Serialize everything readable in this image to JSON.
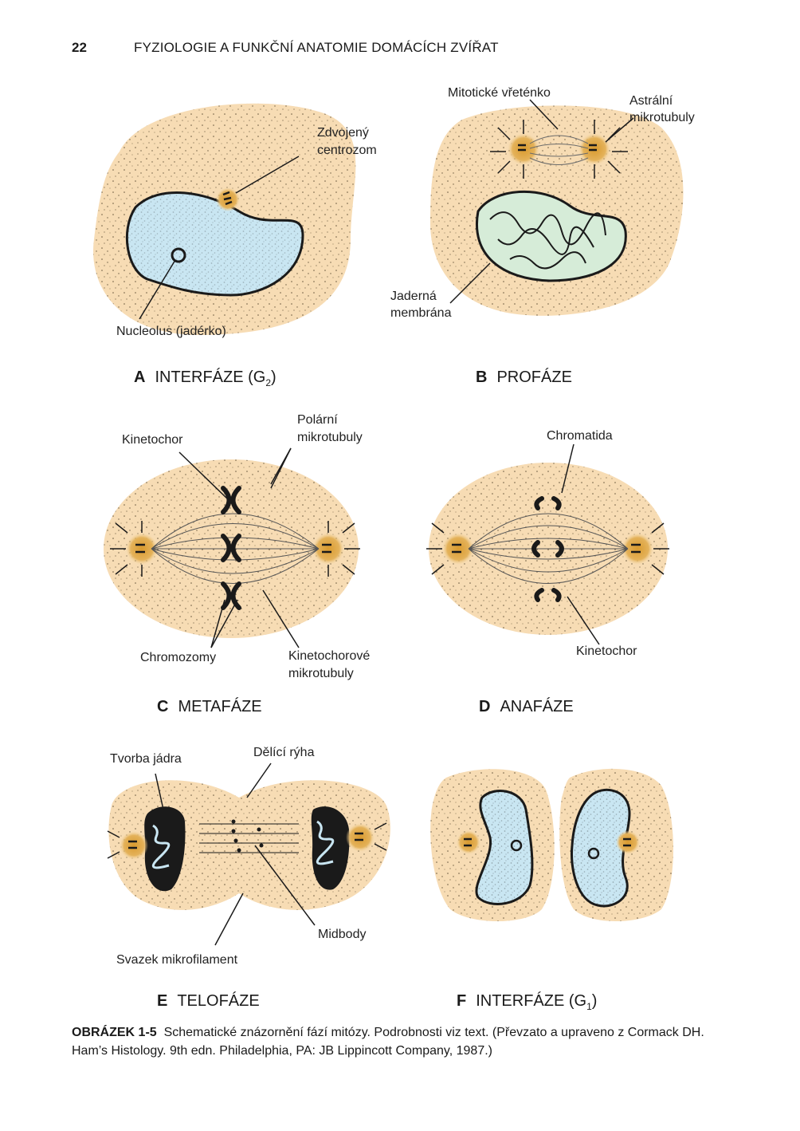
{
  "header": {
    "page_number": "22",
    "title": "FYZIOLOGIE A FUNKČNÍ ANATOMIE DOMÁCÍCH ZVÍŘAT"
  },
  "panels": {
    "a": {
      "letter": "A",
      "title": "INTERFÁZE (G",
      "title_sub": "2",
      "title_end": ")",
      "labels": {
        "centrosome_1": "Zdvojený",
        "centrosome_2": "centrozom",
        "nucleolus": "Nucleolus (jadérko)"
      }
    },
    "b": {
      "letter": "B",
      "title": "PROFÁZE",
      "labels": {
        "spindle": "Mitotické vřeténko",
        "astral_1": "Astrální",
        "astral_2": "mikrotubuly",
        "membrane_1": "Jaderná",
        "membrane_2": "membrána"
      }
    },
    "c": {
      "letter": "C",
      "title": "METAFÁZE",
      "labels": {
        "kinetochore": "Kinetochor",
        "polar_1": "Polární",
        "polar_2": "mikrotubuly",
        "chromosomes": "Chromozomy",
        "kmt_1": "Kinetochorové",
        "kmt_2": "mikrotubuly"
      }
    },
    "d": {
      "letter": "D",
      "title": "ANAFÁZE",
      "labels": {
        "chromatid": "Chromatida",
        "kinetochore": "Kinetochor"
      }
    },
    "e": {
      "letter": "E",
      "title": "TELOFÁZE",
      "labels": {
        "nucleus_forming": "Tvorba jádra",
        "furrow": "Dělící rýha",
        "midbody": "Midbody",
        "microfilament": "Svazek mikrofilament"
      }
    },
    "f": {
      "letter": "F",
      "title": "INTERFÁZE (G",
      "title_sub": "1",
      "title_end": ")"
    }
  },
  "caption": {
    "label": "OBRÁZEK 1-5",
    "text": "Schematické znázornění fází mitózy. Podrobnosti viz text. (Převzato a upraveno z Cormack DH. Ham’s Histology. 9th edn. Philadelphia, PA: JB Lippincott Company, 1987.)"
  },
  "colors": {
    "cytoplasm": "#f7dcb4",
    "nucleus": "#c9e6f2",
    "prophase_nucleus": "#d6ecd8",
    "centrosome": "#dba23a",
    "ink": "#1a1a1a"
  }
}
